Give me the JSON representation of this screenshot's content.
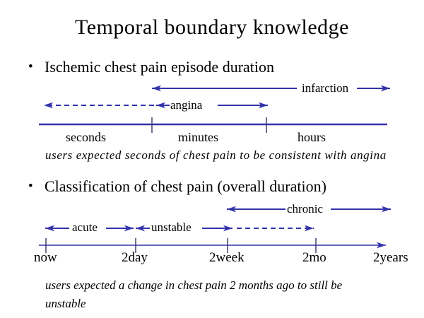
{
  "title": "Temporal boundary knowledge",
  "bullets": [
    {
      "marker": "•",
      "text": "Ischemic chest pain episode duration"
    },
    {
      "marker": "•",
      "text": "Classification of chest pain (overall duration)"
    }
  ],
  "timeline1": {
    "band_labels": {
      "infarction": "infarction",
      "angina": "angina"
    },
    "axis_labels": {
      "seconds": "seconds",
      "minutes": "minutes",
      "hours": "hours"
    },
    "note": "users expected seconds of chest pain to be consistent with angina"
  },
  "timeline2": {
    "band_labels": {
      "chronic": "chronic",
      "acute": "acute",
      "unstable": "unstable"
    },
    "axis_labels": {
      "now": "now",
      "two_day": "2day",
      "two_week": "2week",
      "two_mo": "2mo",
      "two_years": "2years"
    },
    "note_lines": [
      "users expected a change in chest pain 2 months ago to still be",
      "unstable"
    ]
  },
  "colors": {
    "arrow_blue": "#3333aa",
    "tick_dark": "#333366",
    "text": "#000000"
  }
}
